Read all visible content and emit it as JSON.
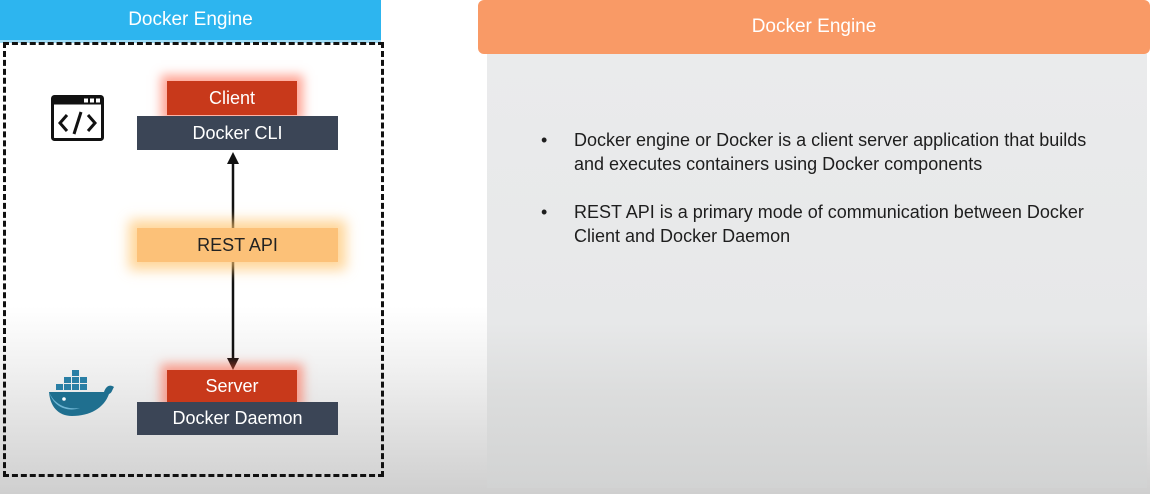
{
  "left_panel": {
    "title": "Docker Engine",
    "client_tab": "Client",
    "client_slab": "Docker CLI",
    "rest_api": "REST API",
    "server_tab": "Server",
    "server_slab": "Docker Daemon",
    "icons": [
      "code-window-icon",
      "docker-whale-icon",
      "double-arrow-icon"
    ]
  },
  "right_panel": {
    "title": "Docker Engine",
    "bullets": [
      "Docker engine or Docker is a client server application that builds and executes containers using Docker components",
      "REST API is a primary mode of communication between Docker Client and Docker Daemon"
    ]
  },
  "colors": {
    "left_header": "#2db5ef",
    "right_header": "#f99a66",
    "tab_red": "#c8391b",
    "slab_dark": "#3b4556",
    "rest_orange": "#fcc178",
    "whale_blue": "#1f6f8f"
  }
}
